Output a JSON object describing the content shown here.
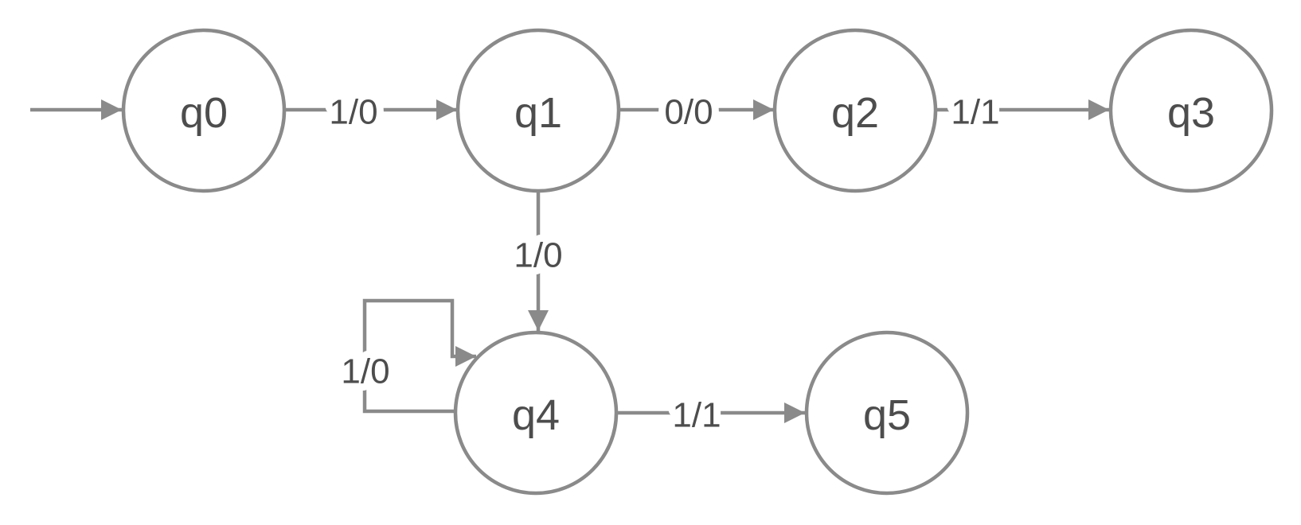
{
  "diagram_type": "state-machine",
  "colors": {
    "line": "#8a8a8a",
    "text": "#4d4d4d",
    "background": "#ffffff"
  },
  "initial_state": "q0",
  "states": [
    {
      "id": "q0",
      "label": "q0"
    },
    {
      "id": "q1",
      "label": "q1"
    },
    {
      "id": "q2",
      "label": "q2"
    },
    {
      "id": "q3",
      "label": "q3"
    },
    {
      "id": "q4",
      "label": "q4"
    },
    {
      "id": "q5",
      "label": "q5"
    }
  ],
  "transitions": [
    {
      "from": "start",
      "to": "q0",
      "label": ""
    },
    {
      "from": "q0",
      "to": "q1",
      "label": "1/0"
    },
    {
      "from": "q1",
      "to": "q2",
      "label": "0/0"
    },
    {
      "from": "q2",
      "to": "q3",
      "label": "1/1"
    },
    {
      "from": "q1",
      "to": "q4",
      "label": "1/0"
    },
    {
      "from": "q4",
      "to": "q4",
      "label": "1/0"
    },
    {
      "from": "q4",
      "to": "q5",
      "label": "1/1"
    }
  ]
}
